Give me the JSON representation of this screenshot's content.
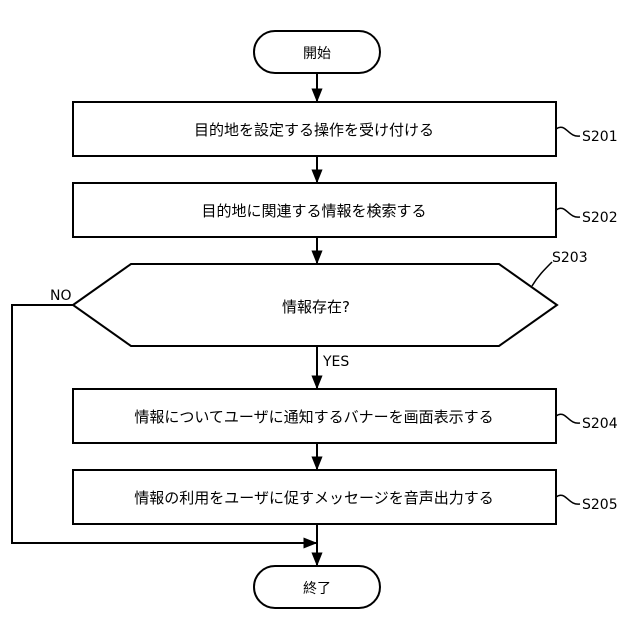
{
  "nodes": {
    "start": {
      "label": "開始"
    },
    "s201": {
      "label": "目的地を設定する操作を受け付ける",
      "step": "S201"
    },
    "s202": {
      "label": "目的地に関連する情報を検索する",
      "step": "S202"
    },
    "s203": {
      "label": "情報存在?",
      "step": "S203"
    },
    "s204": {
      "label": "情報についてユーザに通知するバナーを画面表示する",
      "step": "S204"
    },
    "s205": {
      "label": "情報の利用をユーザに促すメッセージを音声出力する",
      "step": "S205"
    },
    "end": {
      "label": "終了"
    }
  },
  "branches": {
    "yes": "YES",
    "no": "NO"
  }
}
